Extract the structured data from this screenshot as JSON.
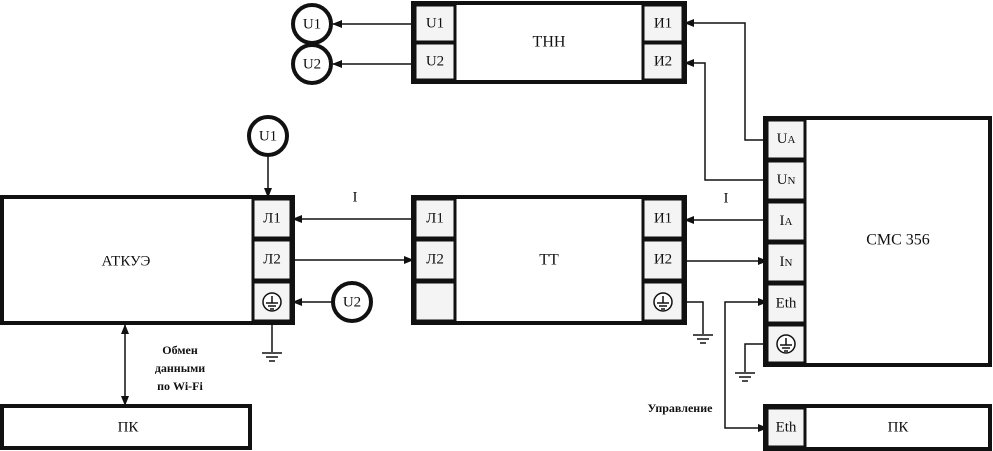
{
  "thn": {
    "title": "ТНН",
    "left": [
      "U1",
      "U2"
    ],
    "right": [
      "И1",
      "И2"
    ]
  },
  "thn_sources": [
    "U1",
    "U2"
  ],
  "atkue": {
    "title": "АТКУЭ",
    "terminals": [
      "Л1",
      "Л2"
    ]
  },
  "atkue_source_top": "U1",
  "atkue_source_ground": "U2",
  "tt": {
    "title": "ТТ",
    "left": [
      "Л1",
      "Л2"
    ],
    "right": [
      "И1",
      "И2"
    ]
  },
  "current_label": "I",
  "cmc": {
    "title": "CMC 356",
    "terminals": [
      {
        "main": "U",
        "sub": "A"
      },
      {
        "main": "U",
        "sub": "N"
      },
      {
        "main": "I",
        "sub": "A"
      },
      {
        "main": "I",
        "sub": "N"
      },
      {
        "main": "Eth",
        "sub": ""
      }
    ]
  },
  "pc_left": {
    "title": "ПК"
  },
  "pc_right": {
    "title": "ПК",
    "terminal": "Eth"
  },
  "wifi_label": [
    "Обмен",
    "данными",
    "по Wi-Fi"
  ],
  "control_label": "Управление"
}
